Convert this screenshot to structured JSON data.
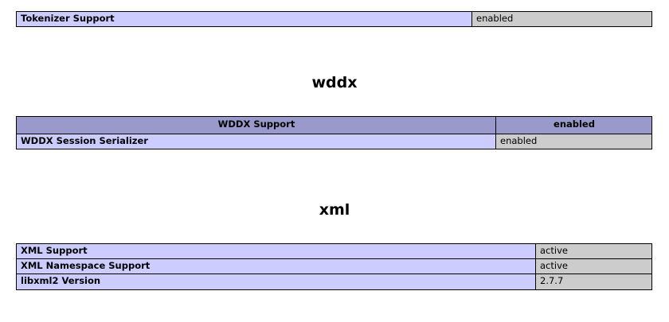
{
  "page": {
    "title": "phpinfo",
    "colors": {
      "header_row": "#9999cc",
      "name_cell": "#ccccff",
      "value_cell": "#cccccc",
      "border": "#000000",
      "text": "#000000",
      "background": "#ffffff"
    }
  },
  "tokenizer_table": {
    "name": "tokenizer-table",
    "rows": [
      {
        "name": "Tokenizer Support",
        "value": "enabled"
      }
    ]
  },
  "wddx_section": {
    "heading": "wddx",
    "table": {
      "name": "wddx-table",
      "header": {
        "name": "WDDX Support",
        "value": "enabled"
      },
      "rows": [
        {
          "name": "WDDX Session Serializer",
          "value": "enabled"
        }
      ]
    }
  },
  "xml_section": {
    "heading": "xml",
    "table": {
      "name": "xml-table",
      "rows": [
        {
          "name": "XML Support",
          "value": "active"
        },
        {
          "name": "XML Namespace Support",
          "value": "active"
        },
        {
          "name": "libxml2 Version",
          "value": "2.7.7"
        }
      ]
    }
  }
}
